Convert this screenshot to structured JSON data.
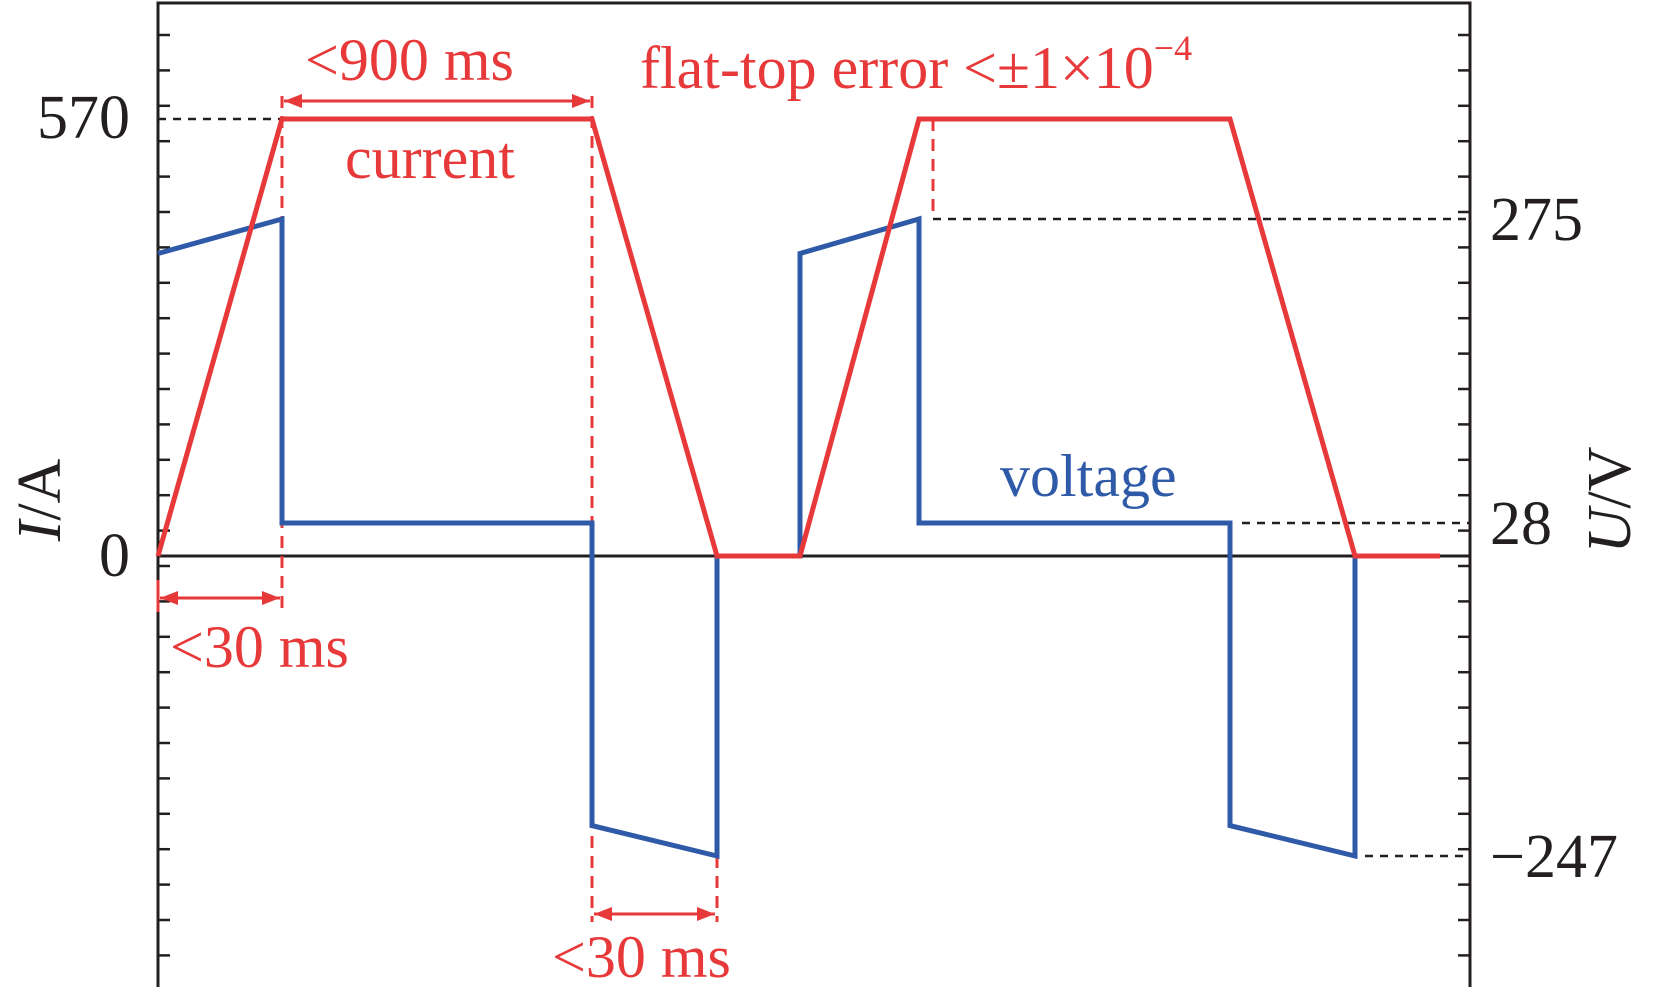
{
  "chart_data": {
    "type": "line",
    "title": "",
    "xlabel": "",
    "x_unit": "ms",
    "left_axis": {
      "label_var": "I",
      "label_unit": "/A",
      "ticks": [
        "0",
        "570"
      ]
    },
    "right_axis": {
      "label_var": "U",
      "label_unit": "/V",
      "ticks": [
        "275",
        "28",
        "−247"
      ]
    },
    "grid": false,
    "series": [
      {
        "name": "current",
        "axis": "left",
        "color": "#e8393a",
        "points": [
          [
            0,
            0
          ],
          [
            30,
            570
          ],
          [
            930,
            570
          ],
          [
            960,
            0
          ],
          [
            980,
            0
          ],
          [
            1010,
            570
          ],
          [
            1910,
            570
          ],
          [
            1940,
            0
          ],
          [
            1960,
            0
          ]
        ]
      },
      {
        "name": "voltage",
        "axis": "right",
        "color": "#2f5aa8",
        "points": [
          [
            0,
            247
          ],
          [
            30,
            275
          ],
          [
            30,
            28
          ],
          [
            930,
            28
          ],
          [
            930,
            -222
          ],
          [
            960,
            -247
          ],
          [
            960,
            0
          ],
          [
            980,
            0
          ],
          [
            980,
            247
          ],
          [
            1010,
            275
          ],
          [
            1010,
            28
          ],
          [
            1910,
            28
          ],
          [
            1910,
            -222
          ],
          [
            1940,
            -247
          ],
          [
            1940,
            0
          ],
          [
            1960,
            0
          ]
        ]
      }
    ],
    "annotations": {
      "flat_top_time": "<900 ms",
      "flat_top_error_prefix": "flat-top error <±1×10",
      "flat_top_error_exp": "−4",
      "current_label": "current",
      "voltage_label": "voltage",
      "rise_time": "<30 ms",
      "fall_time": "<30 ms"
    }
  }
}
